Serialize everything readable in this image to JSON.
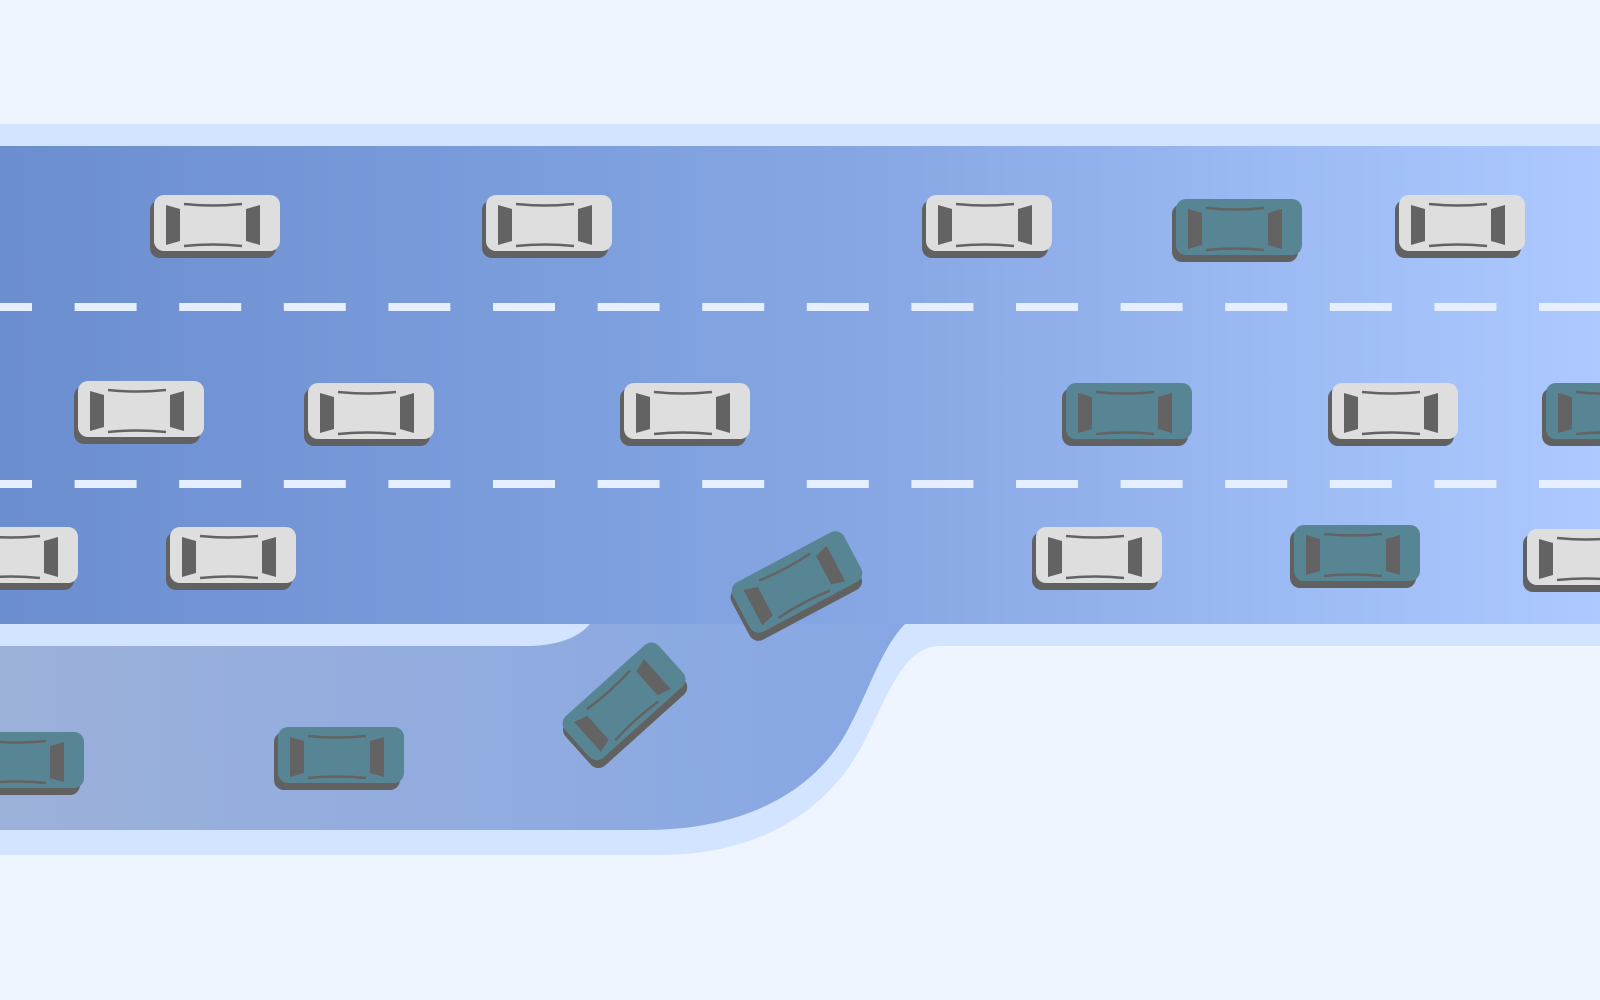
{
  "colors": {
    "background": "#eef5ff",
    "shoulder": "#d2e4ff",
    "road_left": "#6b8ecf",
    "road_mid": "#87a7e4",
    "road_right": "#adc9ff",
    "ramp_left": "#9cb1da",
    "lane_marking": "#e6efff",
    "car_white": "#dedede",
    "car_teal": "#588594",
    "car_shadow": "#616161",
    "car_glass": "#636363"
  },
  "icons": {
    "vehicle": "car-topdown-icon"
  },
  "vehicles": [
    {
      "id": "car-1",
      "color": "white"
    },
    {
      "id": "car-2",
      "color": "white"
    },
    {
      "id": "car-3",
      "color": "white"
    },
    {
      "id": "car-4",
      "color": "teal"
    },
    {
      "id": "car-5",
      "color": "white"
    },
    {
      "id": "car-6",
      "color": "white"
    },
    {
      "id": "car-7",
      "color": "white"
    },
    {
      "id": "car-8",
      "color": "white"
    },
    {
      "id": "car-9",
      "color": "teal"
    },
    {
      "id": "car-10",
      "color": "white"
    },
    {
      "id": "car-11",
      "color": "teal"
    },
    {
      "id": "car-12",
      "color": "white"
    },
    {
      "id": "car-13",
      "color": "white"
    },
    {
      "id": "car-14",
      "color": "white"
    },
    {
      "id": "car-15",
      "color": "teal"
    },
    {
      "id": "car-16",
      "color": "white"
    },
    {
      "id": "car-17",
      "color": "teal"
    },
    {
      "id": "car-18",
      "color": "teal"
    },
    {
      "id": "car-19",
      "color": "teal"
    },
    {
      "id": "car-20",
      "color": "teal"
    }
  ]
}
